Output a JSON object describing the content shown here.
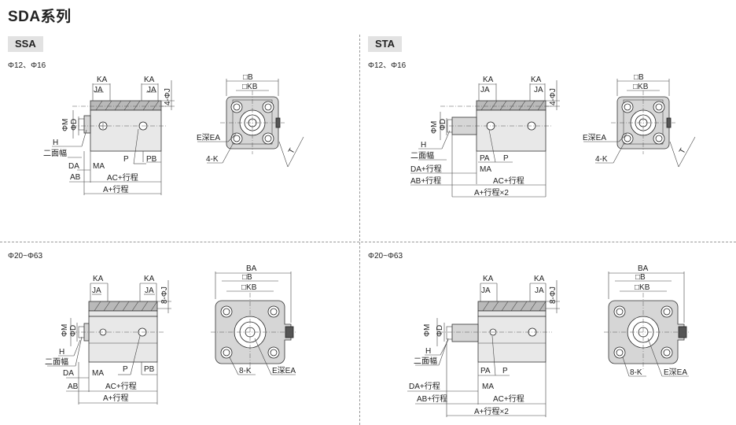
{
  "title": "SDA系列",
  "left": {
    "tag": "SSA",
    "sub_top": "Φ12、Φ16",
    "sub_bottom": "Φ20~Φ63"
  },
  "right": {
    "tag": "STA",
    "sub_top": "Φ12、Φ16",
    "sub_bottom": "Φ20~Φ63"
  },
  "labels": {
    "KA": "KA",
    "JA": "JA",
    "FOUR_PHI_J": "4-ΦJ",
    "EIGHT_PHI_J": "8-ΦJ",
    "PHI_M": "ΦM",
    "PHI_D": "ΦD",
    "H": "H",
    "WIDTH": "二面幅",
    "DA": "DA",
    "MA": "MA",
    "AB": "AB",
    "P": "P",
    "PB": "PB",
    "PA": "PA",
    "AC_STROKE": "AC+行程",
    "A_STROKE": "A+行程",
    "A_STROKE_X2": "A+行程×2",
    "DA_STROKE": "DA+行程",
    "AB_STROKE": "AB+行程",
    "B": "□B",
    "KB": "□KB",
    "BA": "BA",
    "E_DEPTH": "E深EA",
    "FOUR_K": "4-K",
    "EIGHT_K": "8-K",
    "T": "T"
  },
  "colors": {
    "tag_bg": "#e2e2e2",
    "body": "#e8e8e8",
    "cap": "#b9b9b9",
    "plate": "#d6d6d6"
  }
}
